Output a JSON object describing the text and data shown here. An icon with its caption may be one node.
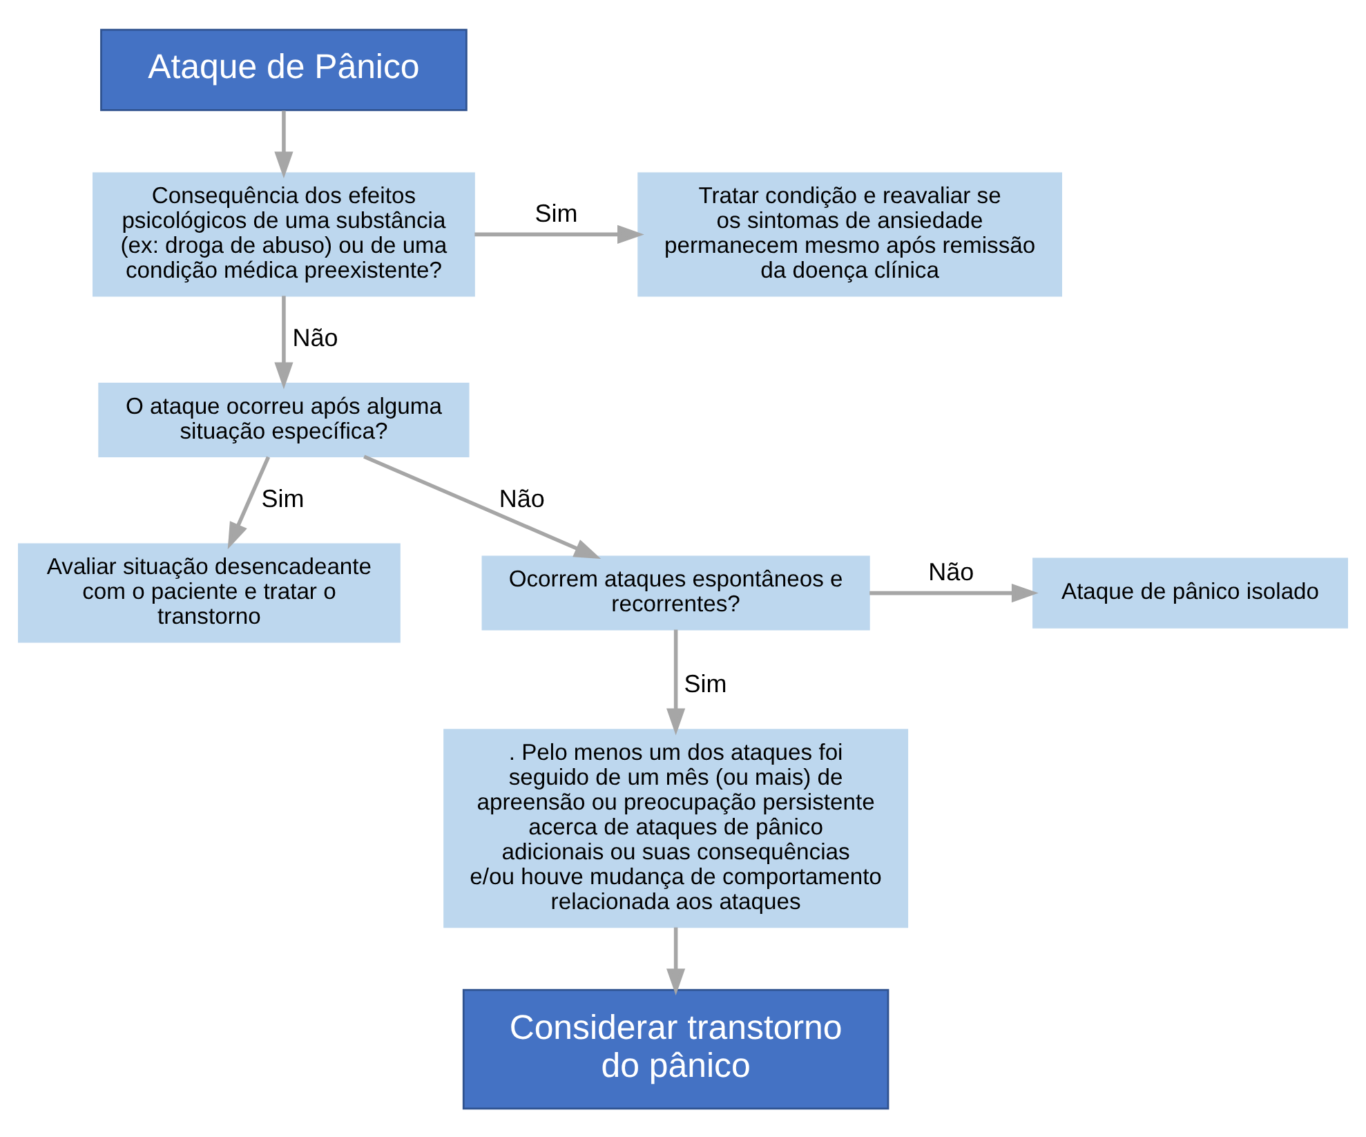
{
  "diagram": {
    "nodes": [
      {
        "text": [
          "Ataque de Pânico"
        ]
      },
      {
        "text": [
          "Consequência dos efeitos psicológicos de uma substância (ex: droga de abuso) ou de uma condição médica preexistente?"
        ]
      },
      {
        "text": [
          "Tratar condição e reavaliar se os sintomas de ansiedade permanecem mesmo após remissão da doença clínica"
        ]
      },
      {
        "text": [
          "O ataque ocorreu após alguma situação específica?"
        ]
      },
      {
        "text": [
          "Avaliar situação desencadeante com o paciente e tratar o transtorno"
        ]
      },
      {
        "text": [
          "Ocorrem ataques espontâneos e recorrentes?"
        ]
      },
      {
        "text": [
          "Ataque de pânico isolado"
        ]
      },
      {
        "text": [
          ". Pelo menos um dos ataques foi seguido de um mês (ou mais) de apreensão ou preocupação persistente acerca de ataques de pânico adicionais ou suas consequências e/ou houve mudança de comportamento relacionada aos ataques"
        ]
      },
      {
        "text": [
          "Considerar transtorno do pânico"
        ]
      }
    ],
    "edges": [
      {
        "from": 0,
        "to": 1,
        "arrow": "to"
      },
      {
        "from": 1,
        "to": 2,
        "arrow": "to",
        "label": "Sim"
      },
      {
        "from": 1,
        "to": 3,
        "arrow": "to",
        "label": "Não"
      },
      {
        "from": 3,
        "to": 4,
        "arrow": "to",
        "label": "Sim"
      },
      {
        "from": 3,
        "to": 5,
        "arrow": "to",
        "label": "Não"
      },
      {
        "from": 5,
        "to": 6,
        "arrow": "to",
        "label": "Não"
      },
      {
        "from": 5,
        "to": 7,
        "arrow": "to",
        "label": "Sim"
      },
      {
        "from": 7,
        "to": 8,
        "arrow": "to"
      }
    ]
  }
}
